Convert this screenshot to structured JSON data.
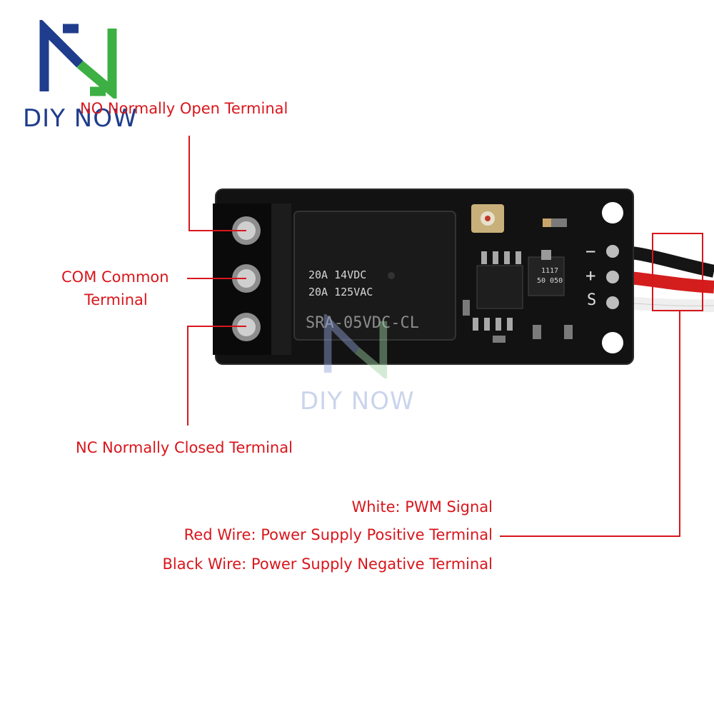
{
  "brand": {
    "name": "DIY NOW",
    "color": "#1f3d8c",
    "accent": "#3cb043"
  },
  "watermark": {
    "text": "DIY NOW"
  },
  "labels": {
    "no": "NO Normally Open Terminal",
    "com_line1": "COM Common",
    "com_line2": "Terminal",
    "nc": "NC Normally Closed Terminal",
    "white": "White: PWM Signal",
    "red": "Red Wire: Power Supply Positive Terminal",
    "black": "Black Wire: Power Supply Negative Terminal"
  },
  "relay": {
    "line1": "20A 14VDC",
    "line2": "20A 125VAC",
    "model": "SRA-05VDC-CL"
  },
  "regulator": {
    "line1": "1117",
    "line2": "50 050"
  },
  "pcb_marks": {
    "minus": "−",
    "plus": "+",
    "signal": "S"
  },
  "colors": {
    "label": "#d8161c",
    "pcb": "#121212",
    "wire_black": "#151515",
    "wire_red": "#d41e1e",
    "wire_white": "#f2f2f2"
  }
}
